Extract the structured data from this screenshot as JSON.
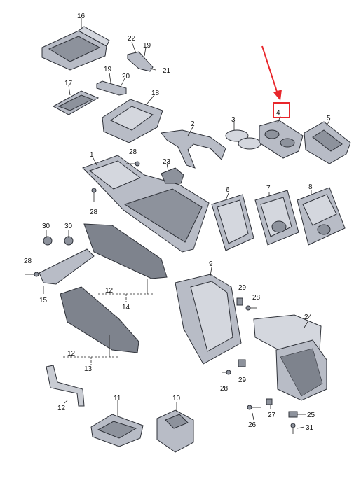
{
  "callouts": {
    "c1": "1",
    "c2": "2",
    "c3": "3",
    "c4": "4",
    "c5": "5",
    "c6": "6",
    "c7": "7",
    "c8": "8",
    "c9": "9",
    "c10": "10",
    "c11": "11",
    "c12a": "12",
    "c12b": "12",
    "c12c": "12",
    "c13": "13",
    "c14": "14",
    "c15": "15",
    "c16": "16",
    "c17": "17",
    "c18": "18",
    "c19a": "19",
    "c19b": "19",
    "c20": "20",
    "c21": "21",
    "c22": "22",
    "c23": "23",
    "c24": "24",
    "c25": "25",
    "c26": "26",
    "c27": "27",
    "c28a": "28",
    "c28b": "28",
    "c28c": "28",
    "c28d": "28",
    "c28e": "28",
    "c29a": "29",
    "c29b": "29",
    "c30a": "30",
    "c30b": "30",
    "c31": "31"
  },
  "highlight": {
    "part": "4",
    "box_color": "#e8262b",
    "arrow_color": "#e8262b"
  },
  "colors": {
    "part_fill": "#b8bcc6",
    "part_stroke": "#2e3138",
    "mat_fill": "#7e838d"
  }
}
